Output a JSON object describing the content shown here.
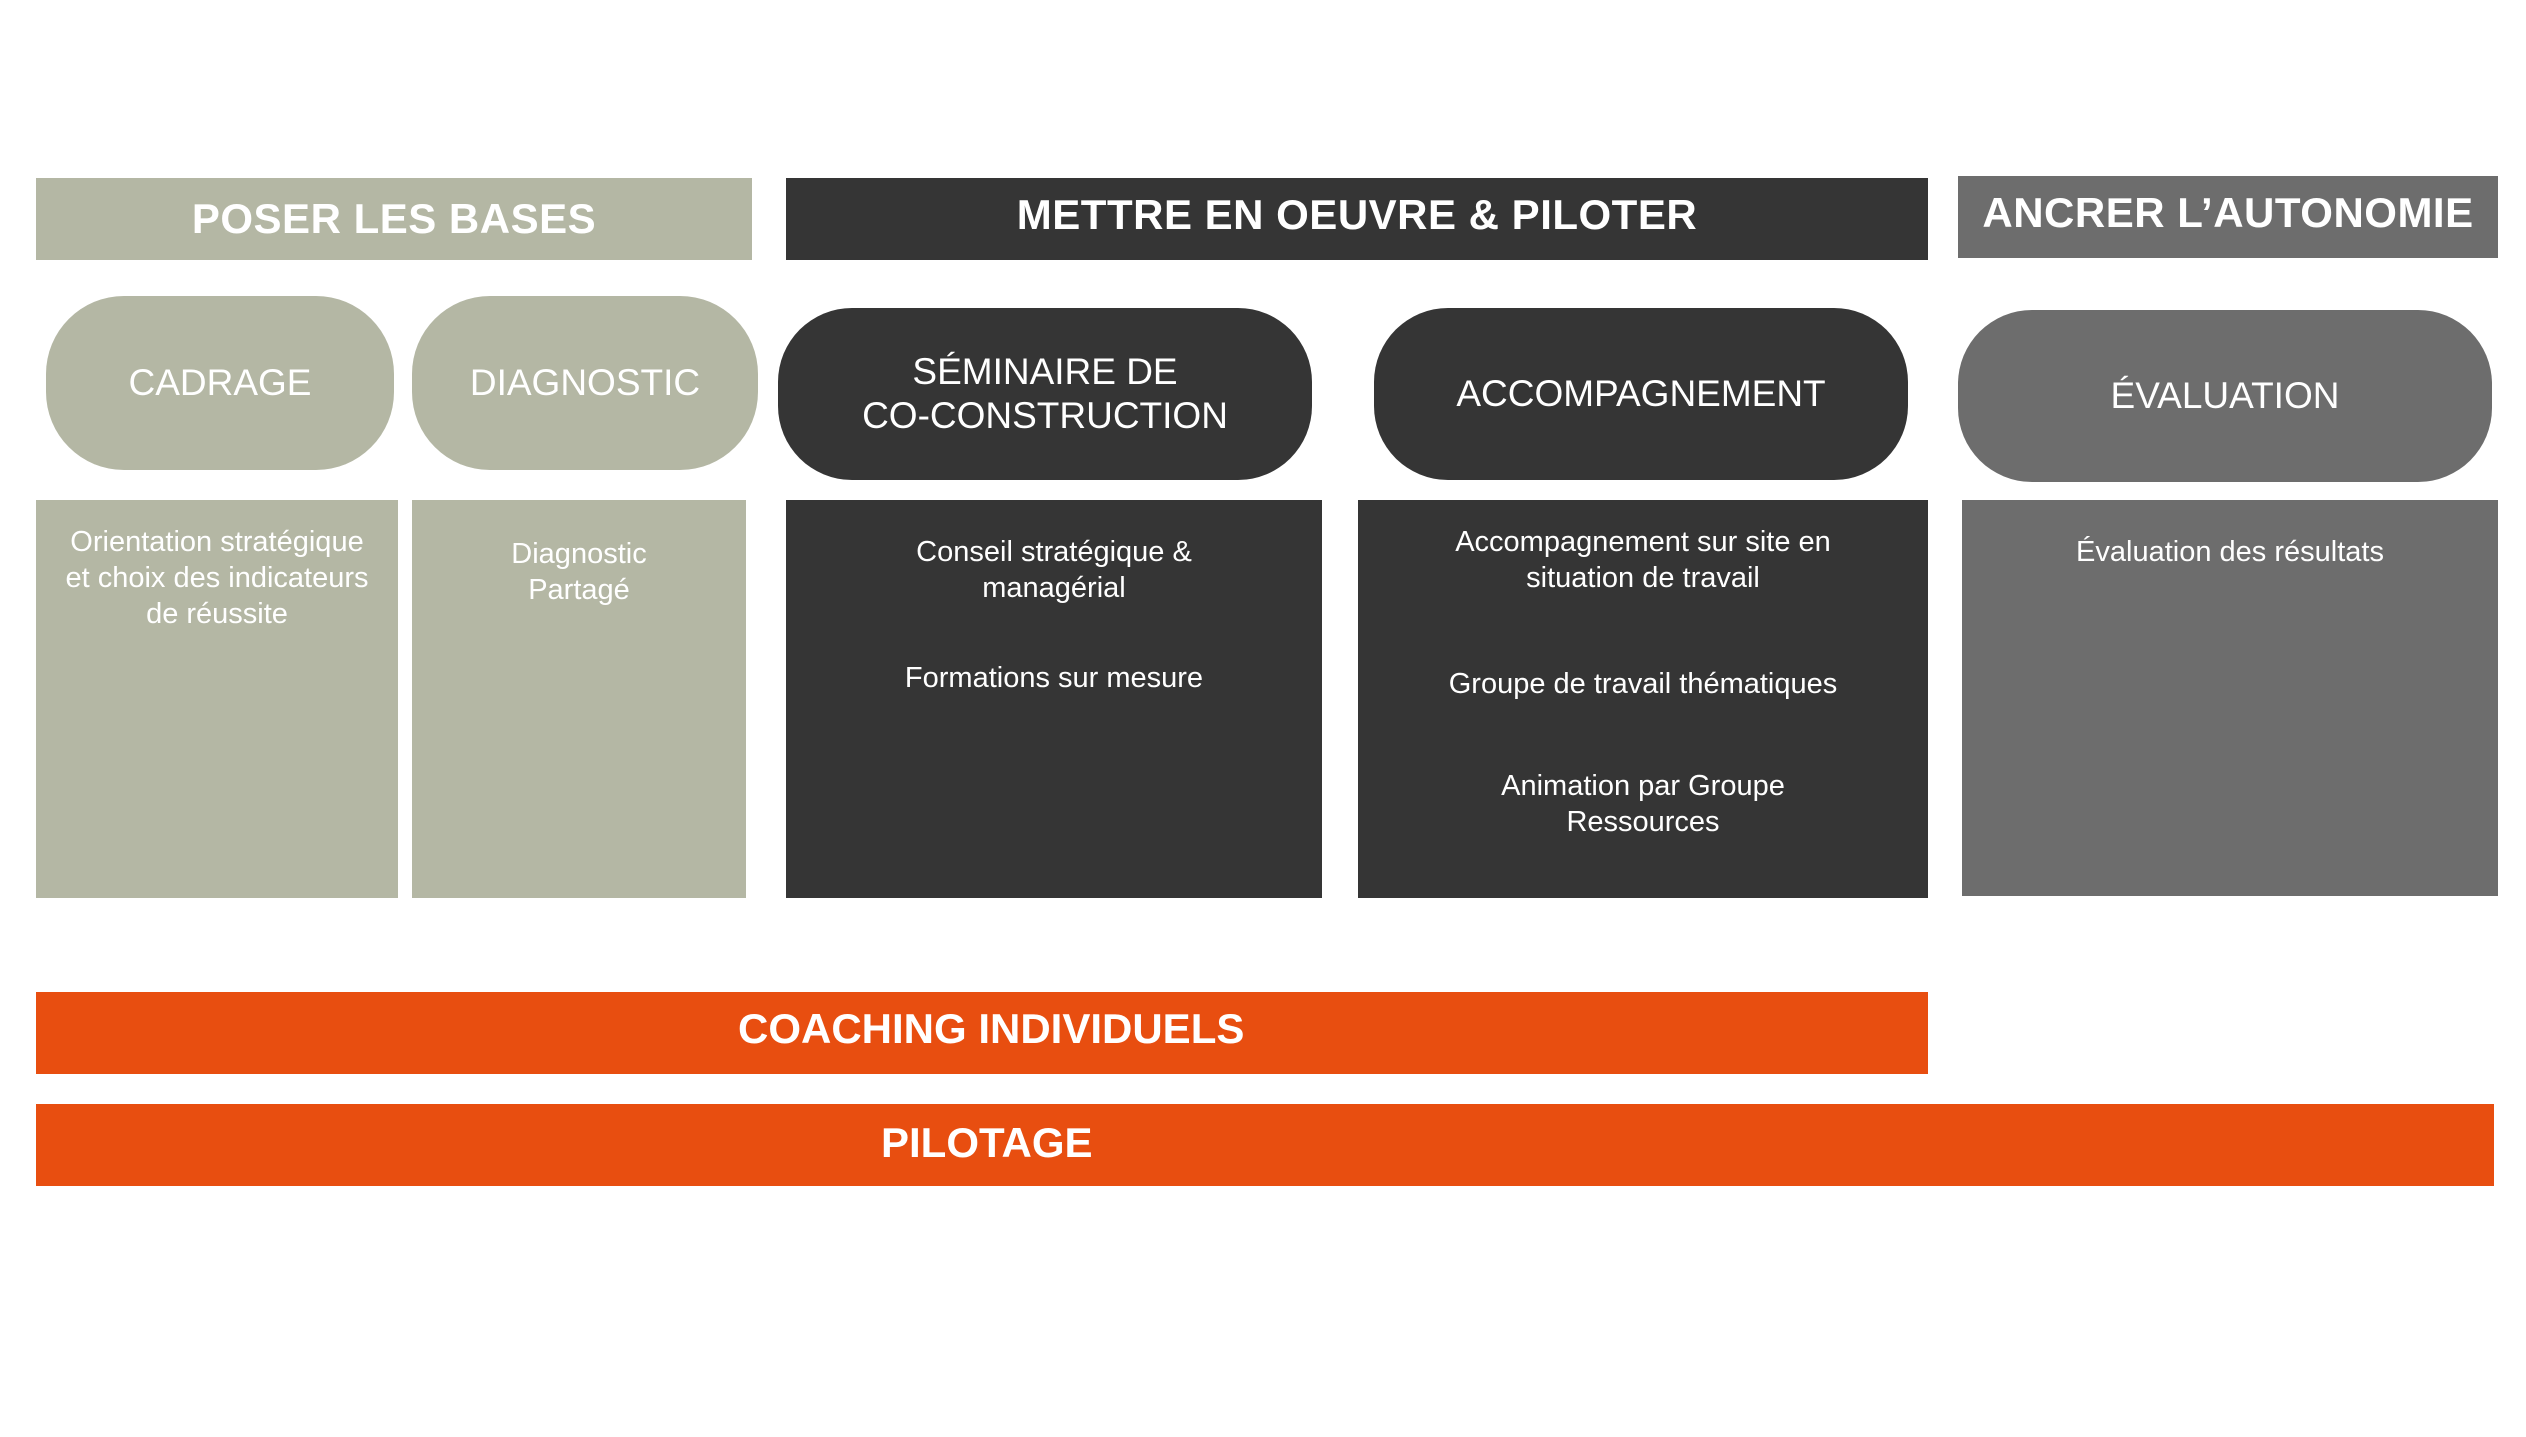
{
  "colors": {
    "sage": "#b4b7a4",
    "dark": "#353535",
    "grey": "#6d6d6d",
    "orange": "#e84e10",
    "text": "#ffffff"
  },
  "phases": {
    "bases": "POSER LES BASES",
    "mettre": "METTRE EN OEUVRE & PILOTER",
    "ancrer": "ANCRER L’AUTONOMIE"
  },
  "steps": {
    "cadrage": "CADRAGE",
    "diagnostic": "DIAGNOSTIC",
    "seminaire": "SÉMINAIRE DE\nCO-CONSTRUCTION",
    "accompagnement": "ACCOMPAGNEMENT",
    "evaluation": "ÉVALUATION"
  },
  "details": {
    "cadrage": [
      "Orientation stratégique\net choix des indicateurs\nde réussite"
    ],
    "diagnostic": [
      "Diagnostic\nPartagé"
    ],
    "seminaire": [
      "Conseil stratégique &\nmanagérial",
      "Formations sur mesure"
    ],
    "accompagnement": [
      "Accompagnement sur site en\nsituation de travail",
      "Groupe de travail thématiques",
      "Animation par Groupe\nRessources"
    ],
    "evaluation": [
      "Évaluation des résultats"
    ]
  },
  "bars": {
    "coaching": "COACHING INDIVIDUELS",
    "pilotage": "PILOTAGE"
  }
}
